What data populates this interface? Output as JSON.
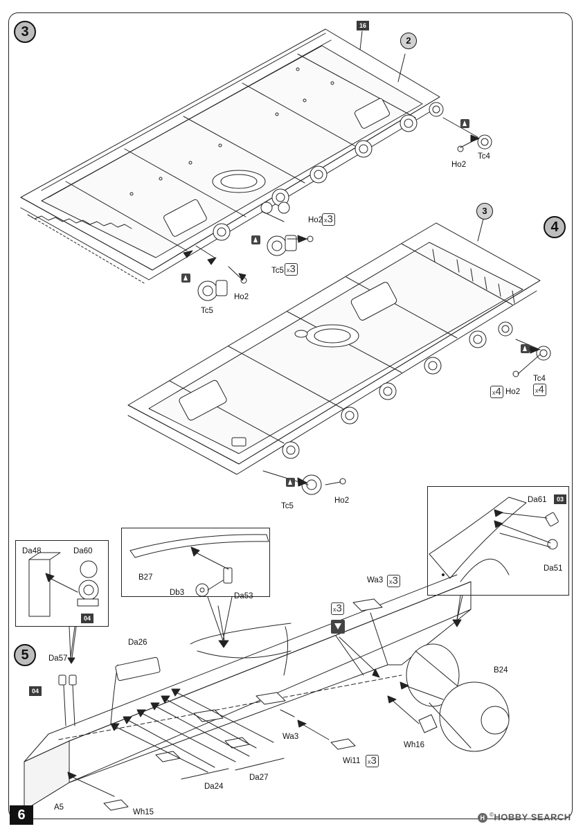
{
  "steps": {
    "s3": "3",
    "s4": "4",
    "s5": "5"
  },
  "refs": {
    "r16": "16",
    "r2": "2",
    "r3": "3",
    "r04a": "04",
    "r04b": "04",
    "r03": "03"
  },
  "labels": {
    "ho2_a": "Ho2",
    "tc4_a": "Tc4",
    "ho2_b": "Ho2",
    "tc5_b": "Tc5",
    "ho2_c": "Ho2",
    "tc5_c": "Tc5",
    "tc4_d": "Tc4",
    "ho2_d": "Ho2",
    "ho2_e": "Ho2",
    "tc5_e": "Tc5",
    "da48": "Da48",
    "da60": "Da60",
    "b27": "B27",
    "db3": "Db3",
    "da53": "Da53",
    "da61": "Da61",
    "da51": "Da51",
    "wa3_a": "Wa3",
    "da26": "Da26",
    "da57": "Da57",
    "b24": "B24",
    "wa3_b": "Wa3",
    "wh16": "Wh16",
    "wi11": "Wi11",
    "da27": "Da27",
    "da24": "Da24",
    "a5": "A5",
    "wh15": "Wh15"
  },
  "quantities": {
    "q1": {
      "x": "x",
      "n": "3"
    },
    "q2": {
      "x": "x",
      "n": "3"
    },
    "q3": {
      "x": "x",
      "n": "4"
    },
    "q4": {
      "x": "x",
      "n": "4"
    },
    "q5": {
      "x": "x",
      "n": "3"
    },
    "q6": {
      "x": "x",
      "n": "3"
    },
    "q7": {
      "x": "x",
      "n": "3"
    }
  },
  "page_number": "6",
  "watermark": {
    "logo": "H",
    "text": "HOBBY SEARCH",
    "small": "©"
  },
  "icons": {
    "glue": "cement-bottle-icon",
    "paint": "paint-pot-icon"
  },
  "colors": {
    "step_fill": "#bdbdbd",
    "ref_square": "#3a3a3a",
    "line": "#222222"
  }
}
